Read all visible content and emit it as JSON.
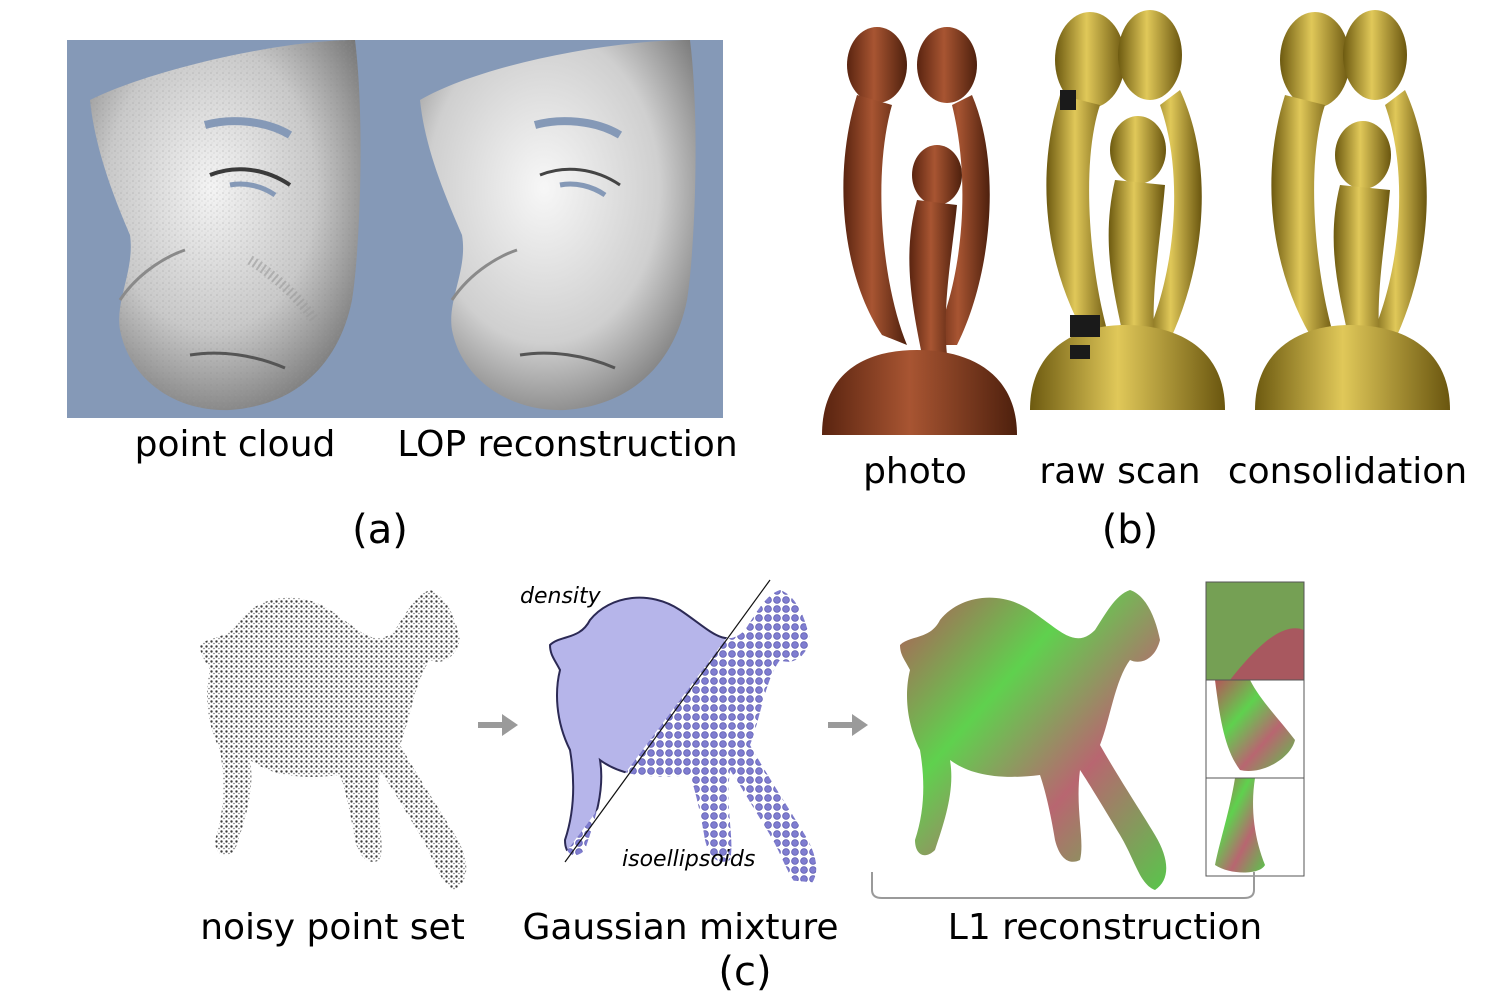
{
  "panel_a": {
    "label": "(a)",
    "captions": [
      "point cloud",
      "LOP reconstruction"
    ],
    "background_color": "#8599B7"
  },
  "panel_b": {
    "label": "(b)",
    "captions": [
      "photo",
      "raw scan",
      "consolidation"
    ],
    "wood_color": "#8A3F1E",
    "gold_color": "#BFA52E"
  },
  "panel_c": {
    "label": "(c)",
    "captions": [
      "noisy point set",
      "Gaussian mixture",
      "L1 reconstruction"
    ],
    "annotations": [
      "density",
      "isoellipsoids"
    ],
    "point_color": "#555555",
    "mixture_color": "#8A88D6",
    "surface_colors": [
      "#5FD14E",
      "#B5555A"
    ]
  }
}
